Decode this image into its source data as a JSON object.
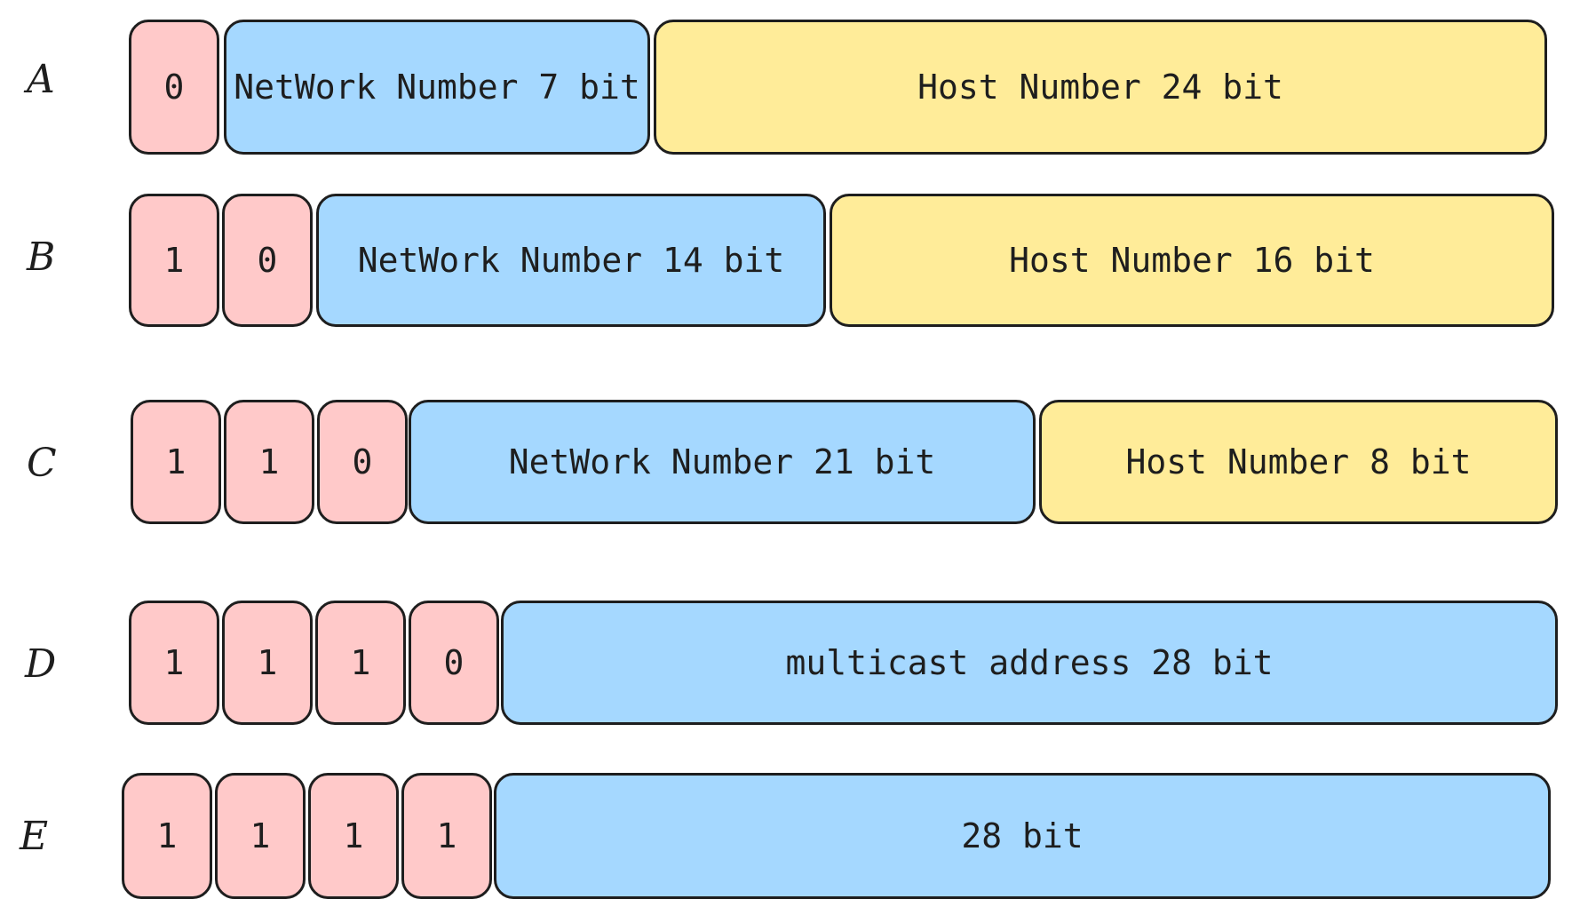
{
  "colors": {
    "bit": "#ffc9c9",
    "network": "#a5d8ff",
    "host": "#ffec99",
    "stroke": "#1e1e1e"
  },
  "classes": [
    {
      "label": "A",
      "bits": [
        "0"
      ],
      "fields": [
        {
          "kind": "network",
          "text": "NetWork Number 7 bit"
        },
        {
          "kind": "host",
          "text": "Host Number 24 bit"
        }
      ]
    },
    {
      "label": "B",
      "bits": [
        "1",
        "0"
      ],
      "fields": [
        {
          "kind": "network",
          "text": "NetWork Number 14 bit"
        },
        {
          "kind": "host",
          "text": "Host Number 16 bit"
        }
      ]
    },
    {
      "label": "C",
      "bits": [
        "1",
        "1",
        "0"
      ],
      "fields": [
        {
          "kind": "network",
          "text": "NetWork Number 21 bit"
        },
        {
          "kind": "host",
          "text": "Host Number 8 bit"
        }
      ]
    },
    {
      "label": "D",
      "bits": [
        "1",
        "1",
        "1",
        "0"
      ],
      "fields": [
        {
          "kind": "network",
          "text": "multicast address 28 bit"
        }
      ]
    },
    {
      "label": "E",
      "bits": [
        "1",
        "1",
        "1",
        "1"
      ],
      "fields": [
        {
          "kind": "network",
          "text": "28 bit"
        }
      ]
    }
  ]
}
